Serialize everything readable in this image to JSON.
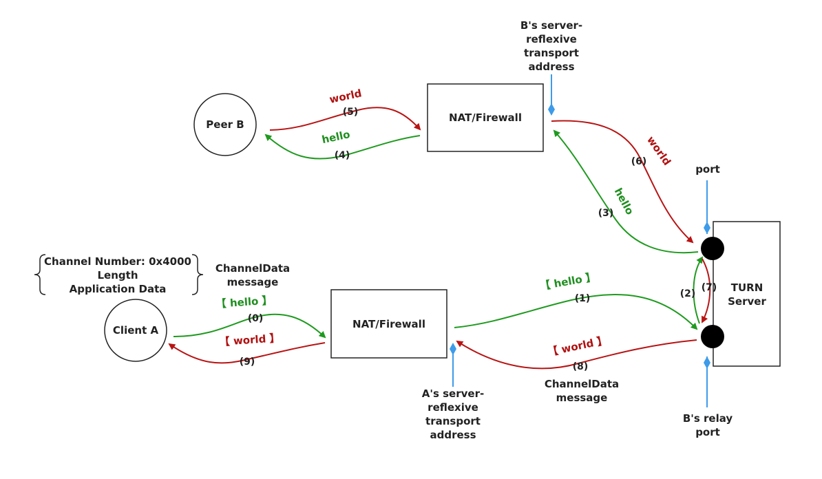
{
  "nodes": {
    "peer_b": "Peer B",
    "client_a": "Client A",
    "nat_top": "NAT/Firewall",
    "nat_bottom": "NAT/Firewall",
    "turn_line1": "TURN",
    "turn_line2": "Server"
  },
  "annotations": {
    "b_reflexive": [
      "B's server-",
      "reflexive",
      "transport",
      "address"
    ],
    "a_reflexive": [
      "A's server-",
      "reflexive",
      "transport",
      "address"
    ],
    "port": "port",
    "b_relay": [
      "B's relay",
      "port"
    ],
    "channeldata_top": [
      "ChannelData",
      "message"
    ],
    "channeldata_bottom": [
      "ChannelData",
      "message"
    ],
    "channel_fields": [
      "Channel Number: 0x4000",
      "Length",
      "Application Data"
    ]
  },
  "messages": {
    "m0": "【 hello 】",
    "m1": "【 hello 】",
    "m3": "hello",
    "m4": "hello",
    "m5": "world",
    "m6": "world",
    "m8": "【 world 】",
    "m9": "【 world 】"
  },
  "steps": {
    "s0": "(0)",
    "s1": "(1)",
    "s2": "(2)",
    "s3": "(3)",
    "s4": "(4)",
    "s5": "(5)",
    "s6": "(6)",
    "s7": "(7)",
    "s8": "(8)",
    "s9": "(9)"
  },
  "colors": {
    "green": "#1f9a1f",
    "red": "#b81414",
    "blue": "#3d9be9"
  }
}
